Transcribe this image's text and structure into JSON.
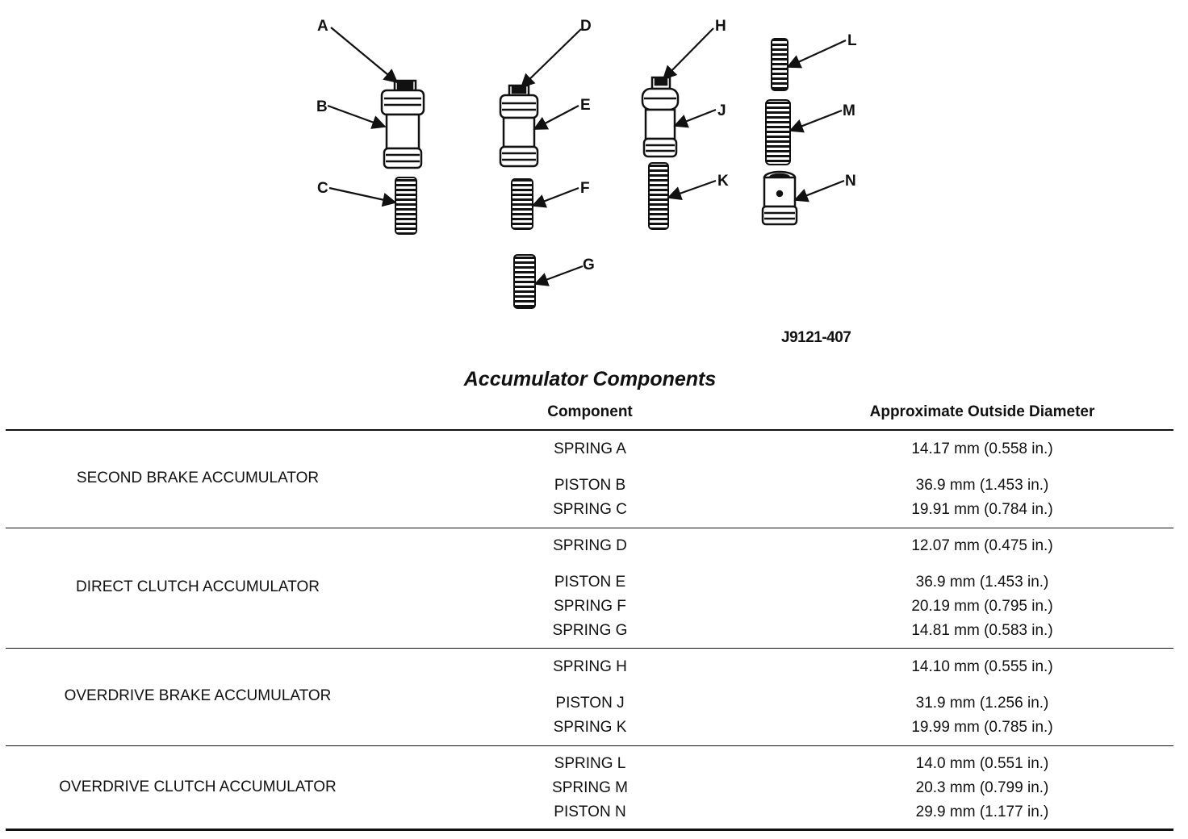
{
  "figure": {
    "figure_id": "J9121-407",
    "callouts": [
      "A",
      "B",
      "C",
      "D",
      "E",
      "F",
      "G",
      "H",
      "J",
      "K",
      "L",
      "M",
      "N"
    ]
  },
  "table": {
    "title": "Accumulator Components",
    "headers": {
      "component": "Component",
      "diameter": "Approximate Outside Diameter"
    },
    "groups": [
      {
        "name": "SECOND BRAKE ACCUMULATOR",
        "rows": [
          {
            "component": "SPRING A",
            "diameter": "14.17 mm (0.558 in.)"
          },
          {
            "component": "PISTON B",
            "diameter": "36.9 mm (1.453 in.)"
          },
          {
            "component": "SPRING C",
            "diameter": "19.91 mm (0.784 in.)"
          }
        ]
      },
      {
        "name": "DIRECT CLUTCH ACCUMULATOR",
        "rows": [
          {
            "component": "SPRING D",
            "diameter": "12.07 mm (0.475 in.)"
          },
          {
            "component": "PISTON E",
            "diameter": "36.9 mm (1.453 in.)"
          },
          {
            "component": "SPRING F",
            "diameter": "20.19 mm (0.795 in.)"
          },
          {
            "component": "SPRING G",
            "diameter": "14.81 mm (0.583 in.)"
          }
        ]
      },
      {
        "name": "OVERDRIVE BRAKE ACCUMULATOR",
        "rows": [
          {
            "component": "SPRING H",
            "diameter": "14.10 mm (0.555 in.)"
          },
          {
            "component": "PISTON J",
            "diameter": "31.9 mm (1.256 in.)"
          },
          {
            "component": "SPRING K",
            "diameter": "19.99 mm (0.785 in.)"
          }
        ]
      },
      {
        "name": "OVERDRIVE CLUTCH ACCUMULATOR",
        "rows": [
          {
            "component": "SPRING L",
            "diameter": "14.0 mm (0.551 in.)"
          },
          {
            "component": "SPRING M",
            "diameter": "20.3 mm (0.799 in.)"
          },
          {
            "component": "PISTON N",
            "diameter": "29.9 mm (1.177 in.)"
          }
        ]
      }
    ]
  }
}
